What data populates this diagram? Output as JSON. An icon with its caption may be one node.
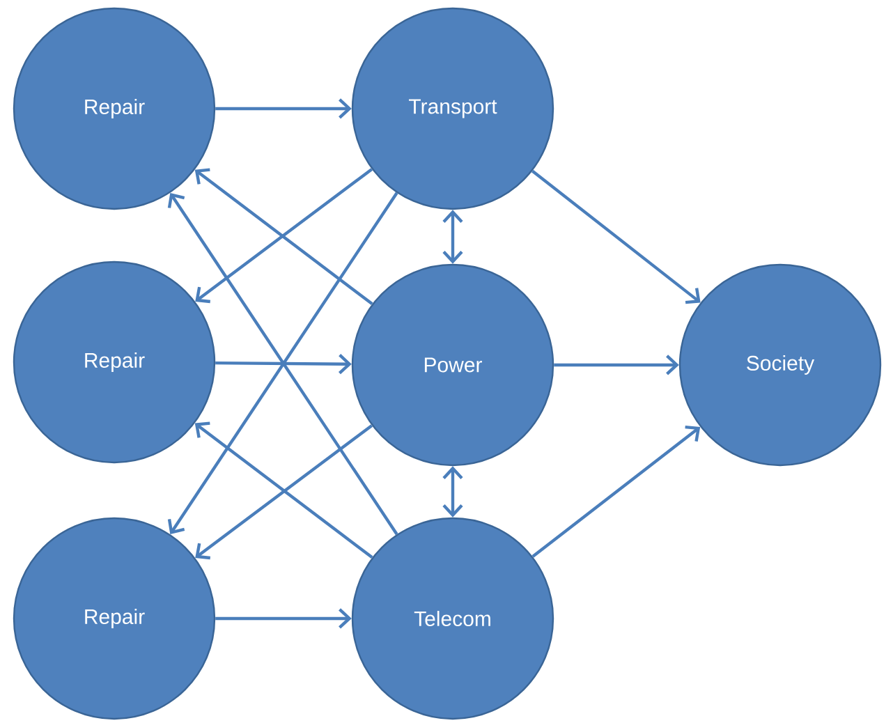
{
  "diagram": {
    "nodes": [
      {
        "text": [
          "Repair"
        ]
      },
      {
        "text": [
          "Transport"
        ]
      },
      {
        "text": [
          "Repair"
        ]
      },
      {
        "text": [
          "Power"
        ]
      },
      {
        "text": [
          "Society"
        ]
      },
      {
        "text": [
          "Repair"
        ]
      },
      {
        "text": [
          "Telecom"
        ]
      }
    ],
    "edges": [
      {
        "from": 0,
        "to": 1,
        "arrow": "to"
      },
      {
        "from": 2,
        "to": 3,
        "arrow": "to"
      },
      {
        "from": 5,
        "to": 6,
        "arrow": "to"
      },
      {
        "from": 1,
        "to": 4,
        "arrow": "to"
      },
      {
        "from": 3,
        "to": 4,
        "arrow": "to"
      },
      {
        "from": 6,
        "to": 4,
        "arrow": "to"
      },
      {
        "from": 1,
        "to": 3,
        "arrow": "both"
      },
      {
        "from": 3,
        "to": 6,
        "arrow": "both"
      },
      {
        "from": 1,
        "to": 2,
        "arrow": "to"
      },
      {
        "from": 1,
        "to": 5,
        "arrow": "to"
      },
      {
        "from": 3,
        "to": 0,
        "arrow": "to"
      },
      {
        "from": 6,
        "to": 0,
        "arrow": "to"
      },
      {
        "from": 3,
        "to": 5,
        "arrow": "to"
      },
      {
        "from": 6,
        "to": 2,
        "arrow": "to"
      }
    ]
  }
}
